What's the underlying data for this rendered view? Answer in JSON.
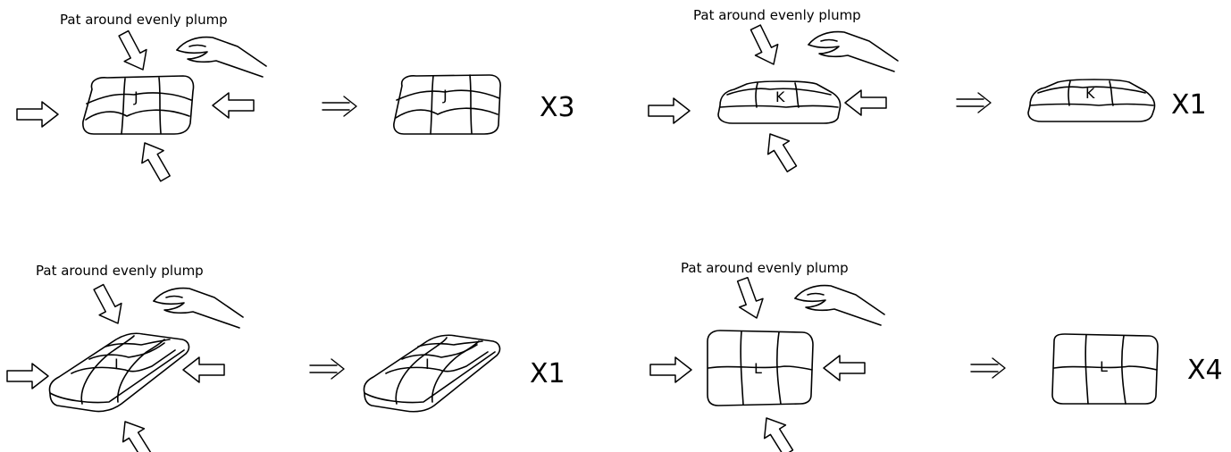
{
  "steps": [
    {
      "caption": "Pat around evenly plump",
      "cushion_letter": "J",
      "multiplier": "X3"
    },
    {
      "caption": "Pat around evenly plump",
      "cushion_letter": "K",
      "multiplier": "X1"
    },
    {
      "caption": "Pat around evenly plump",
      "cushion_letter": "I",
      "multiplier": "X1"
    },
    {
      "caption": "Pat around evenly plump",
      "cushion_letter": "L",
      "multiplier": "X4"
    }
  ]
}
